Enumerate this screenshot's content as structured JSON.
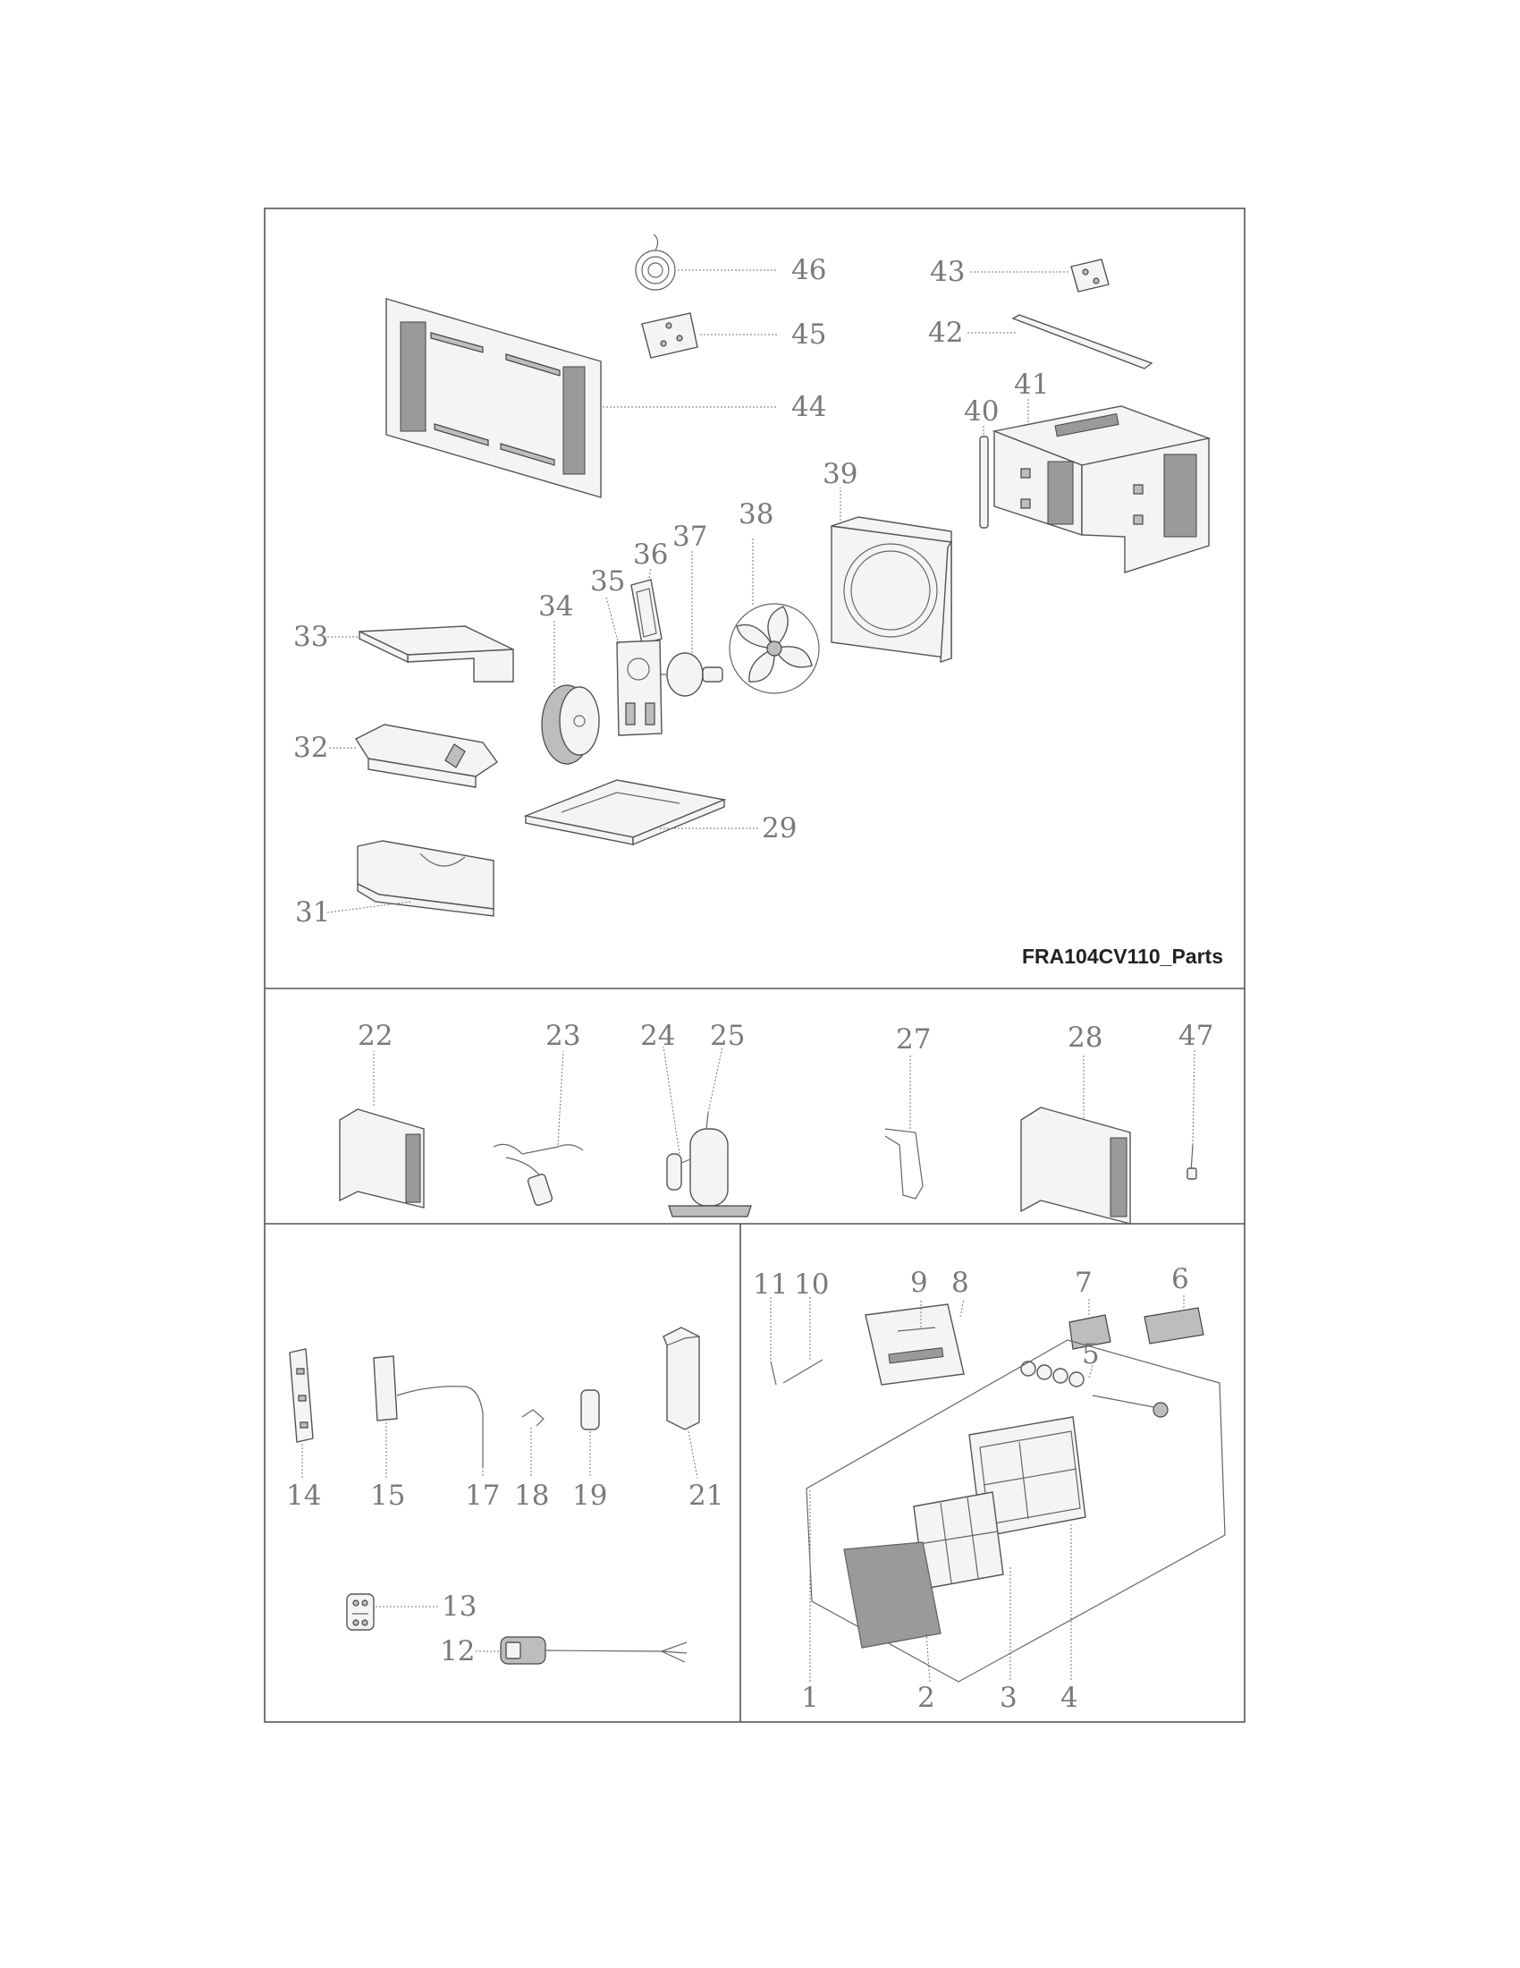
{
  "diagram": {
    "title": "FRA104CV110_Parts",
    "callouts": {
      "p1": "1",
      "p2": "2",
      "p3": "3",
      "p4": "4",
      "p5": "5",
      "p6": "6",
      "p7": "7",
      "p8": "8",
      "p9": "9",
      "p10": "10",
      "p11": "11",
      "p12": "12",
      "p13": "13",
      "p14": "14",
      "p15": "15",
      "p17": "17",
      "p18": "18",
      "p19": "19",
      "p21": "21",
      "p22": "22",
      "p23": "23",
      "p24": "24",
      "p25": "25",
      "p27": "27",
      "p28": "28",
      "p29": "29",
      "p31": "31",
      "p32": "32",
      "p33": "33",
      "p34": "34",
      "p35": "35",
      "p36": "36",
      "p37": "37",
      "p38": "38",
      "p39": "39",
      "p40": "40",
      "p41": "41",
      "p42": "42",
      "p43": "43",
      "p44": "44",
      "p45": "45",
      "p46": "46",
      "p47": "47"
    }
  }
}
